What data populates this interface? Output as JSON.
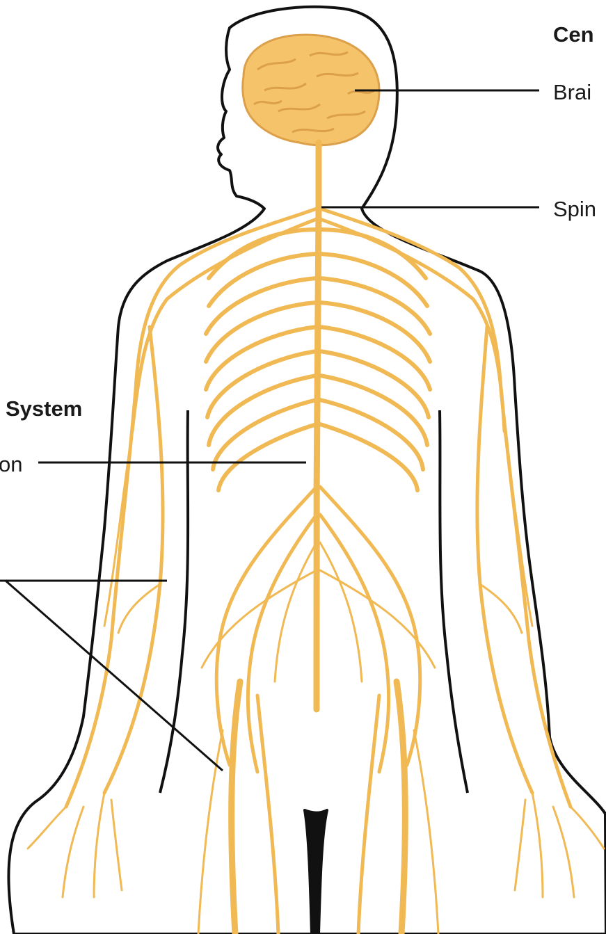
{
  "colors": {
    "nerve": "#f0b953",
    "brain": "#f5c46a",
    "brain_fold": "#dca04a",
    "outline": "#111111",
    "background": "#ffffff"
  },
  "labels": {
    "cns_heading": "Cen",
    "brain": "Brai",
    "spinal_cord": "Spin",
    "pns_heading": "System",
    "ganglion": "on"
  }
}
